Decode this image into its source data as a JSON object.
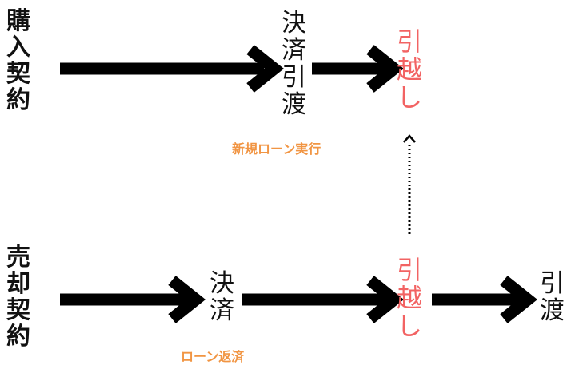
{
  "rows": {
    "purchase": {
      "label_chars": [
        "購",
        "入",
        "契",
        "約"
      ],
      "settle_handover_chars": [
        "決",
        "済",
        "引",
        "渡"
      ],
      "move_chars": [
        "引",
        "越",
        "し"
      ],
      "note": "新規ローン実行"
    },
    "sale": {
      "label_chars": [
        "売",
        "却",
        "契",
        "約"
      ],
      "settle_chars": [
        "決",
        "済"
      ],
      "move_chars": [
        "引",
        "越",
        "し"
      ],
      "handover_chars": [
        "引",
        "渡"
      ],
      "note": "ローン返済"
    }
  },
  "colors": {
    "arrow": "#000000",
    "text": "#111111",
    "move_text": "#f26363",
    "note_text": "#f19543",
    "connector": "#000000"
  }
}
